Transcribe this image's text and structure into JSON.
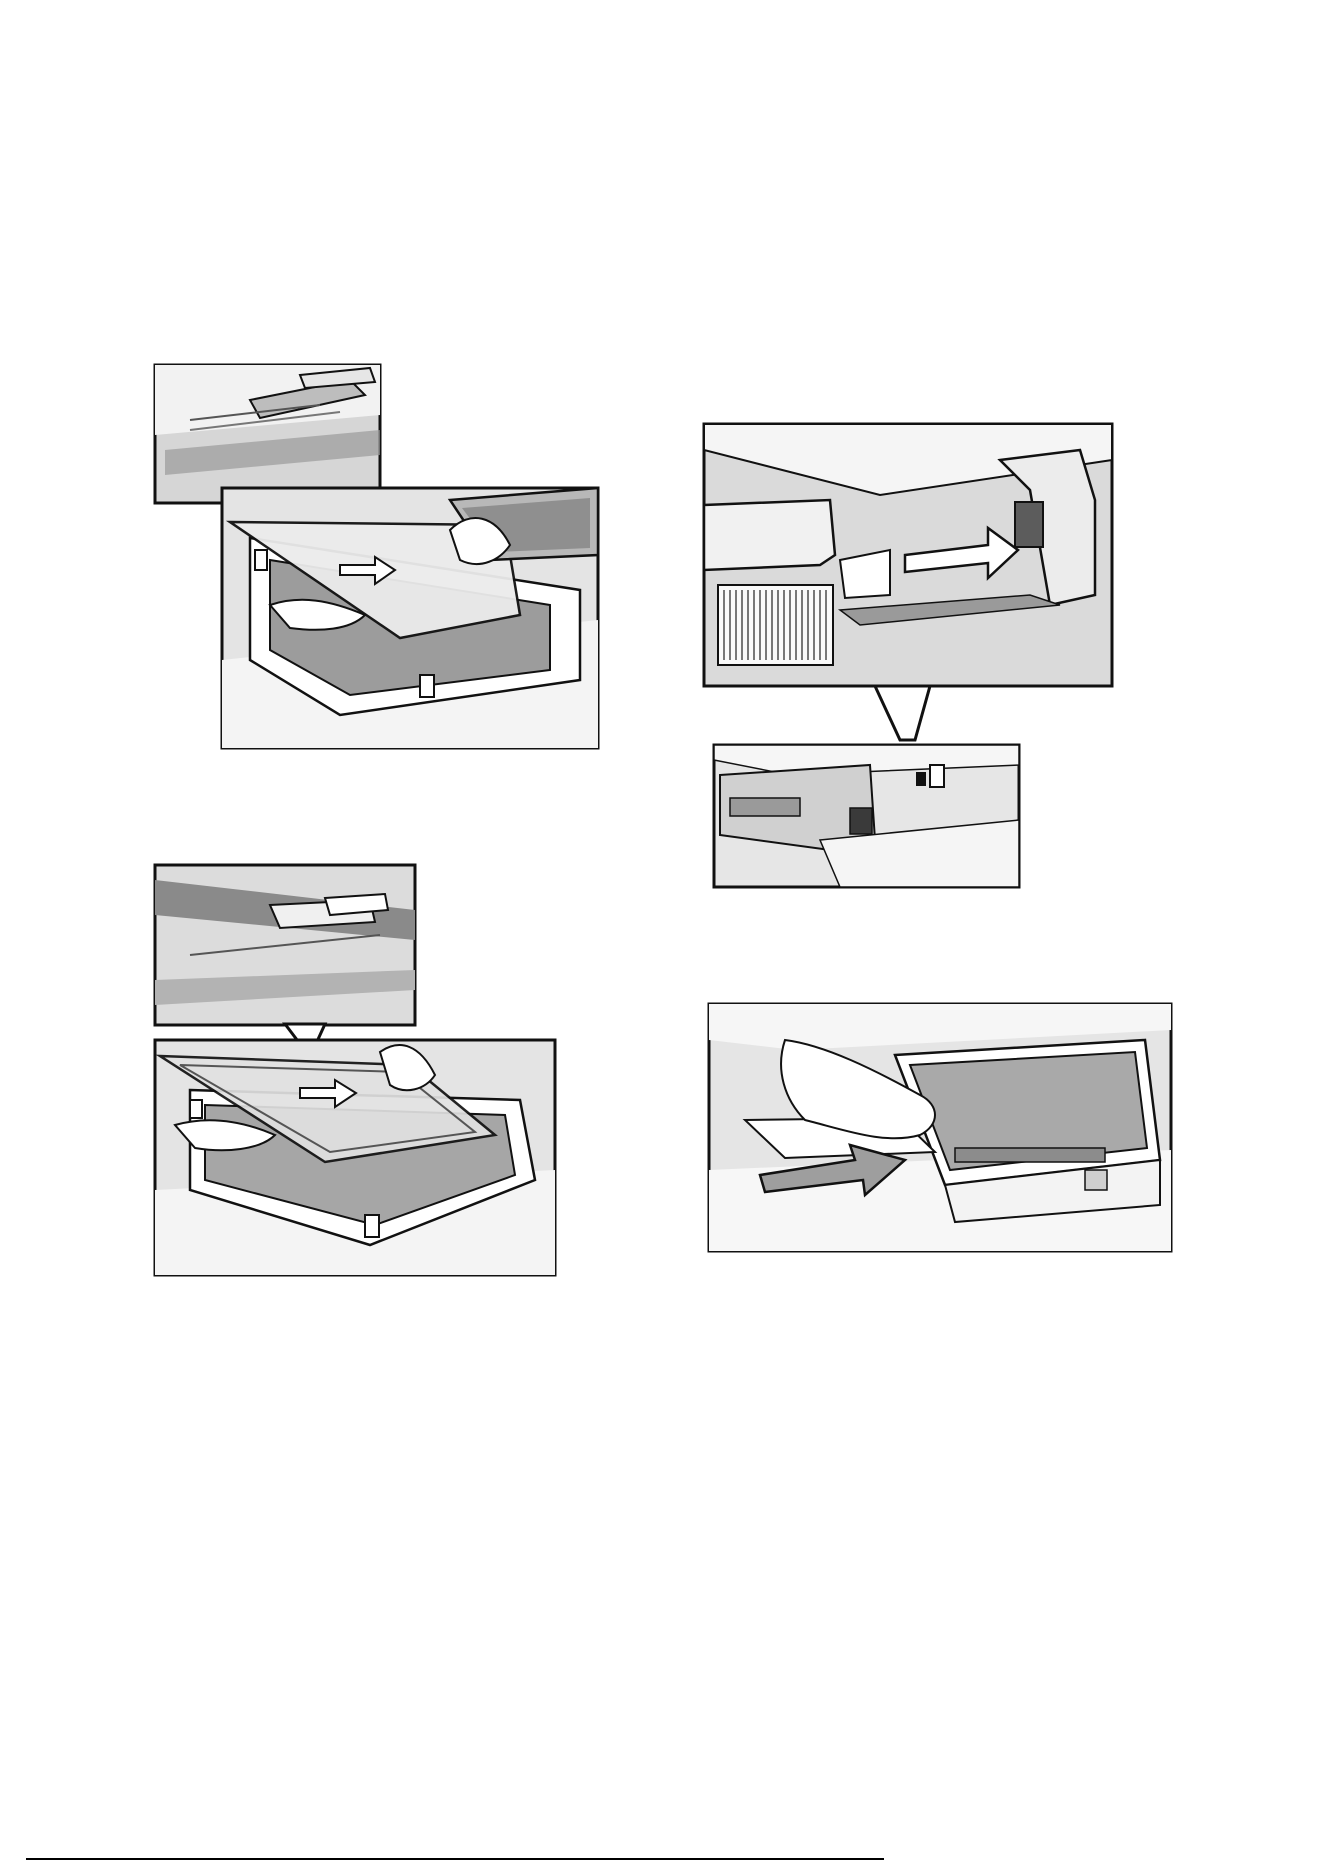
{
  "document": {
    "type": "installation-illustrations",
    "figures": [
      {
        "id": "fig-a",
        "desc_icon": "glass-panel-slide-icon"
      },
      {
        "id": "fig-b",
        "desc_icon": "glass-panel-slide-icon"
      },
      {
        "id": "fig-c",
        "desc_icon": "clip-insert-icon"
      },
      {
        "id": "fig-d",
        "desc_icon": "panel-push-icon"
      }
    ],
    "footer": {
      "page_mark": ""
    }
  },
  "colors": {
    "ink": "#111111",
    "grey_light": "#d9d9d9",
    "grey_mid": "#a8a8a8",
    "grey_dark": "#6f6f6f",
    "white": "#ffffff"
  }
}
